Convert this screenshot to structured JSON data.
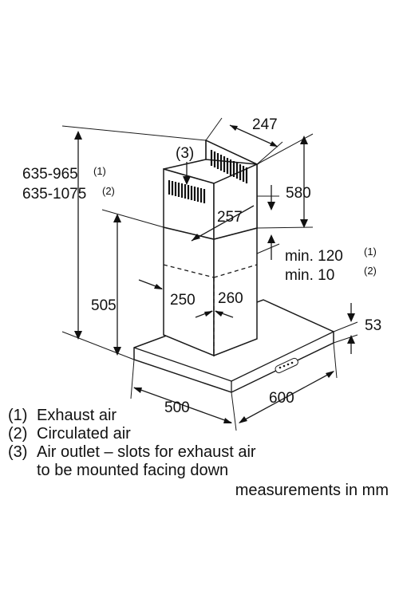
{
  "dimensions": {
    "chimney_width": "247",
    "chimney_height": "580",
    "total_height_1": "635-965",
    "total_height_1_note": "(1)",
    "total_height_2": "635-1075",
    "total_height_2_note": "(2)",
    "lower_height": "505",
    "depth_upper": "257",
    "width_lower": "250",
    "depth_lower": "260",
    "min_gap_1": "min. 120",
    "min_gap_1_note": "(1)",
    "min_gap_2": "min. 10",
    "min_gap_2_note": "(2)",
    "canopy_thickness": "53",
    "canopy_depth": "500",
    "canopy_width": "600",
    "outlet_marker": "(3)"
  },
  "legend": {
    "item1_num": "(1)",
    "item1_text": "Exhaust air",
    "item2_num": "(2)",
    "item2_text": "Circulated air",
    "item3_num": "(3)",
    "item3_text": "Air outlet – slots for exhaust air",
    "item3_text_cont": "to be mounted facing down",
    "units": "measurements in mm"
  }
}
